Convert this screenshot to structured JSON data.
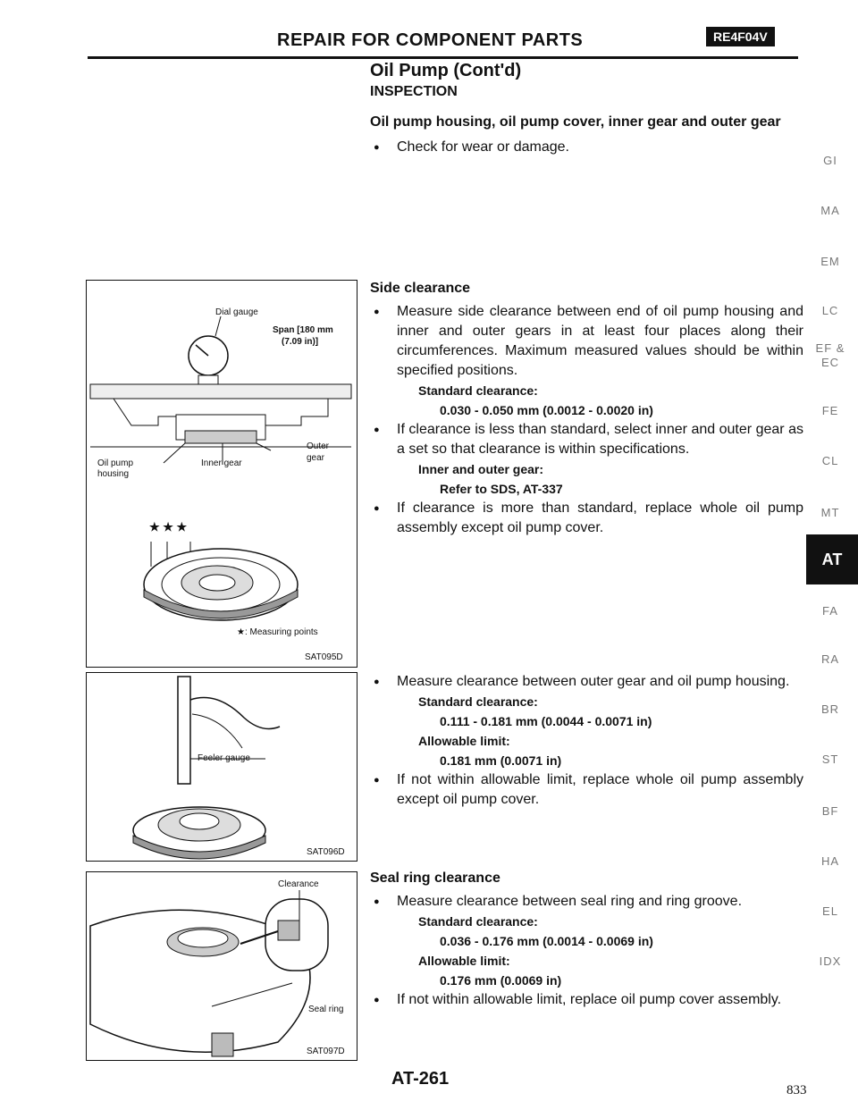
{
  "header": {
    "title": "REPAIR FOR COMPONENT PARTS",
    "model": "RE4F04V"
  },
  "section_title": "Oil Pump (Cont'd)",
  "subsection": "INSPECTION",
  "housing": {
    "heading": "Oil pump housing, oil pump cover, inner gear and outer gear",
    "bullet": "Check for wear or damage."
  },
  "side_clearance": {
    "heading": "Side clearance",
    "bullet1": "Measure side clearance between end of oil pump housing and inner and outer gears in at least four places along their circumferences. Maximum measured values should be within specified positions.",
    "std_label": "Standard clearance:",
    "std_value": "0.030 - 0.050 mm (0.0012 - 0.0020 in)",
    "bullet2": "If clearance is less than standard, select inner and outer gear as a set so that clearance is within specifications.",
    "gear_label": "Inner and outer gear:",
    "gear_value": "Refer to SDS, AT-337",
    "bullet3": "If clearance is more than standard, replace whole oil pump assembly except oil pump cover."
  },
  "outer_gear": {
    "bullet1": "Measure clearance between outer gear and oil pump housing.",
    "std_label": "Standard clearance:",
    "std_value": "0.111 - 0.181 mm (0.0044 - 0.0071 in)",
    "lim_label": "Allowable limit:",
    "lim_value": "0.181 mm (0.0071 in)",
    "bullet2": "If not within allowable limit, replace whole oil pump assembly except oil pump cover."
  },
  "seal_ring": {
    "heading": "Seal ring clearance",
    "bullet1": "Measure clearance between seal ring and ring groove.",
    "std_label": "Standard clearance:",
    "std_value": "0.036 - 0.176 mm (0.0014 - 0.0069 in)",
    "lim_label": "Allowable limit:",
    "lim_value": "0.176 mm (0.0069 in)",
    "bullet2": "If not within allowable limit, replace oil pump cover assembly."
  },
  "fig1": {
    "dial": "Dial gauge",
    "span": "Span [180 mm",
    "span2": "(7.09 in)]",
    "outer": "Outer",
    "outer2": "gear",
    "pump": "Oil pump",
    "pump2": "housing",
    "inner": "Inner gear",
    "stars": "★ ★ ★",
    "points": "★: Measuring points",
    "code": "SAT095D"
  },
  "fig2": {
    "feeler": "Feeler gauge",
    "code": "SAT096D"
  },
  "fig3": {
    "clearance": "Clearance",
    "seal": "Seal ring",
    "code": "SAT097D"
  },
  "sidebar": [
    "GI",
    "MA",
    "EM",
    "LC",
    "EF &",
    "EC",
    "FE",
    "CL",
    "MT",
    "FA",
    "RA",
    "BR",
    "ST",
    "BF",
    "HA",
    "EL",
    "IDX"
  ],
  "sidebar_tab": "AT",
  "footer": {
    "page_ref": "AT-261",
    "page_num": "833"
  }
}
